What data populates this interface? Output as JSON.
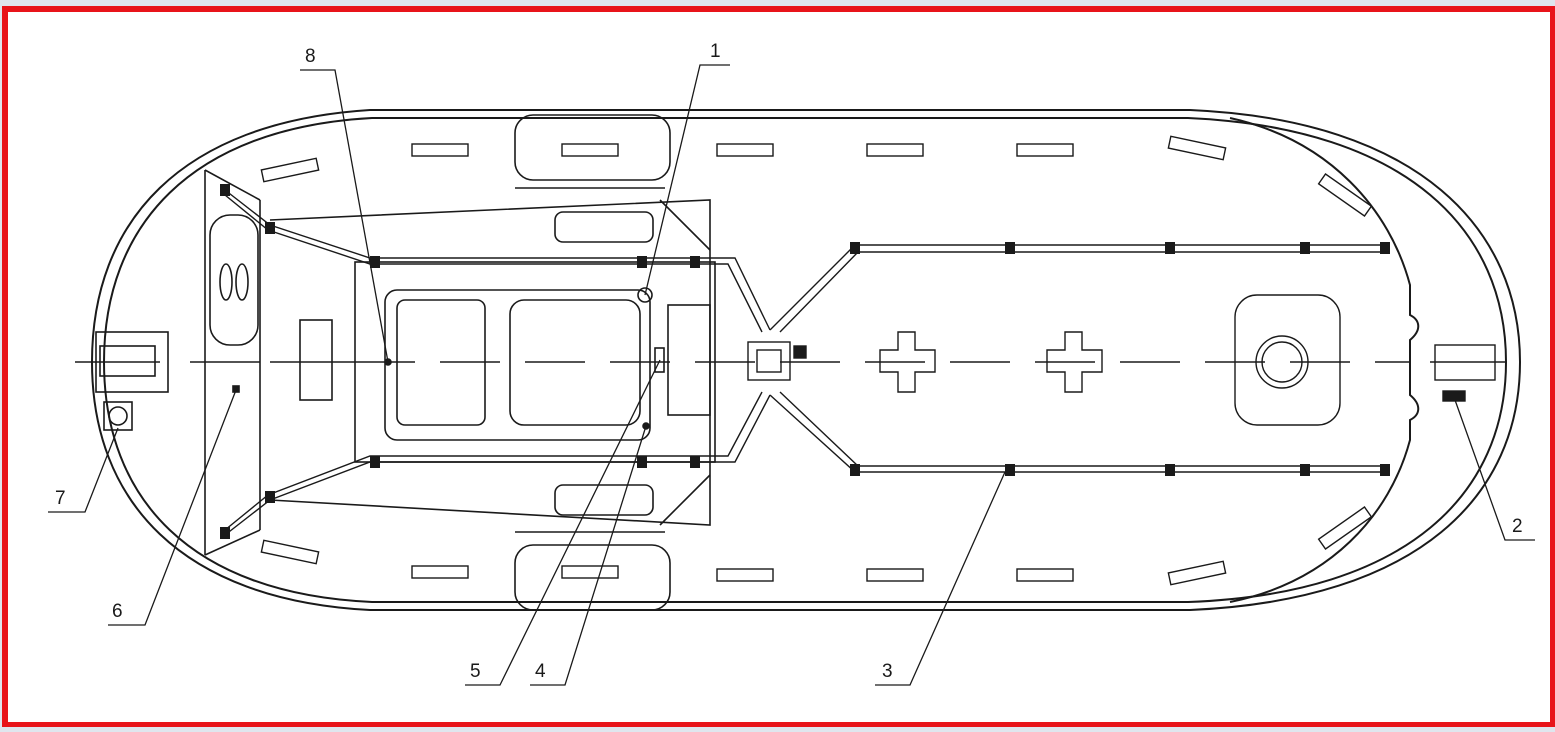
{
  "callouts": [
    {
      "id": "1",
      "label": "1"
    },
    {
      "id": "2",
      "label": "2"
    },
    {
      "id": "3",
      "label": "3"
    },
    {
      "id": "4",
      "label": "4"
    },
    {
      "id": "5",
      "label": "5"
    },
    {
      "id": "6",
      "label": "6"
    },
    {
      "id": "7",
      "label": "7"
    },
    {
      "id": "8",
      "label": "8"
    }
  ],
  "colors": {
    "frame": "#e8141a",
    "background": "#ffffff",
    "line": "#1a1a1a",
    "outer": "#dfe6ee"
  }
}
